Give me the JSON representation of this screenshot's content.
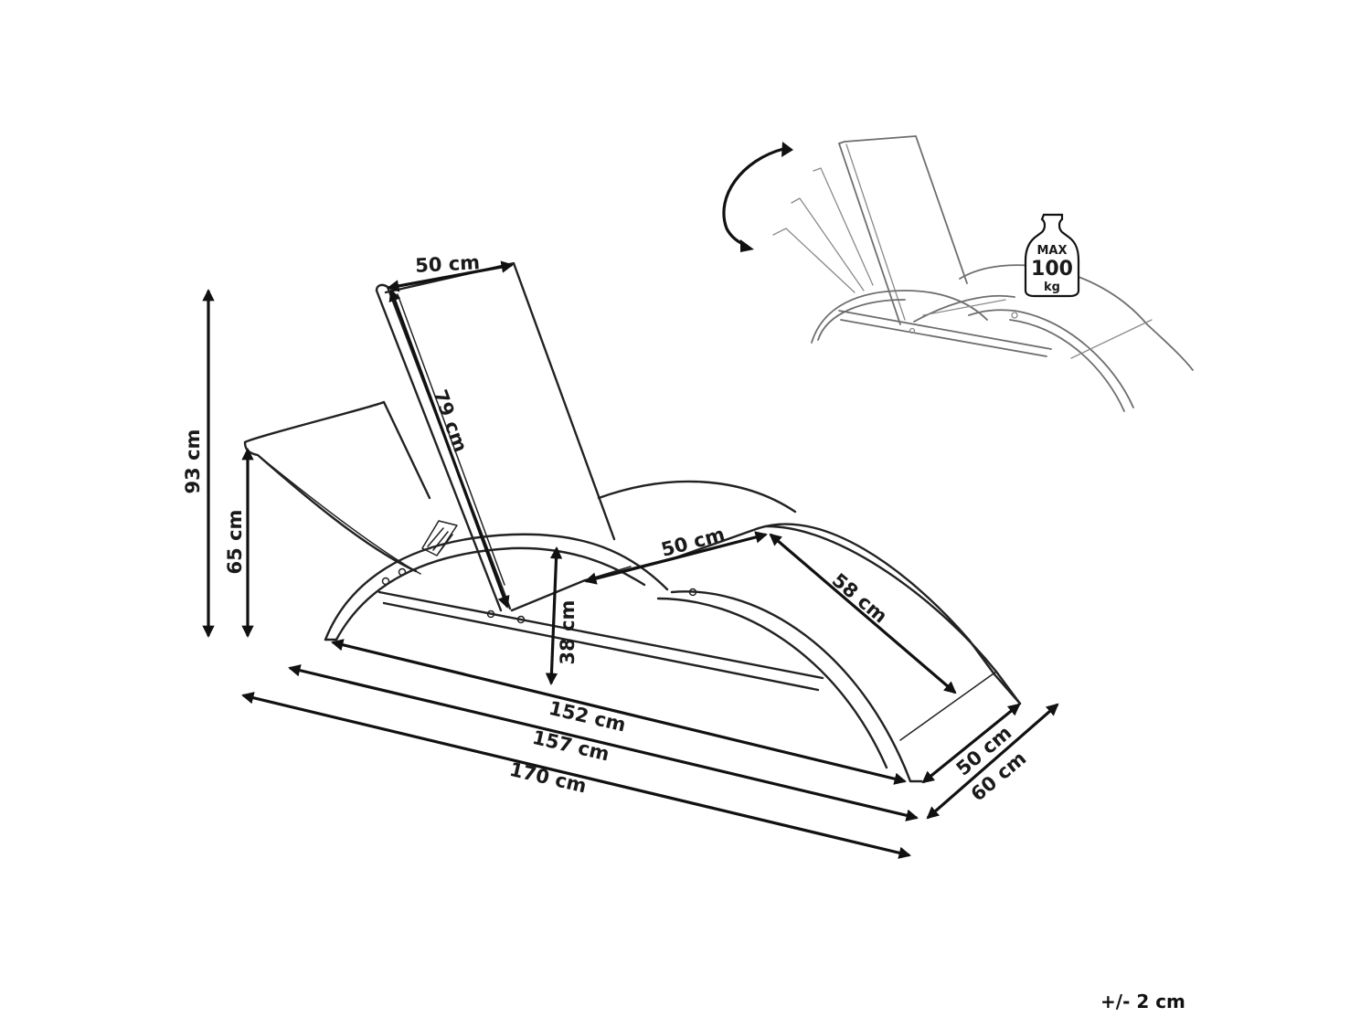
{
  "dimensions": {
    "total_height": "93 cm",
    "backrest_end_height": "65 cm",
    "seat_height": "38 cm",
    "backrest_width": "50 cm",
    "backrest_length": "79 cm",
    "seat_width": "50 cm",
    "leg_section_length": "58 cm",
    "frame_length_152": "152 cm",
    "frame_length_157": "157 cm",
    "total_length": "170 cm",
    "inner_width": "50 cm",
    "total_width": "60 cm"
  },
  "max_load": {
    "label": "MAX",
    "value": "100",
    "unit": "kg"
  },
  "tolerance": "+/- 2 cm",
  "icons": {
    "rotate": "curved-rotate-arrow-icon",
    "weight": "weight-kettlebell-icon"
  }
}
